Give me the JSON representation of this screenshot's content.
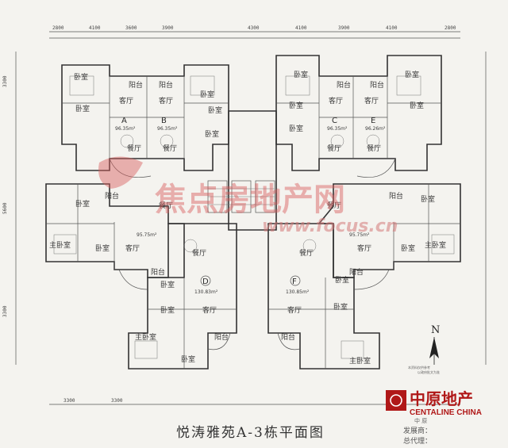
{
  "title": "悦涛雅苑A-3栋平面图",
  "north_label": "N",
  "dimensions": {
    "top": [
      "2800",
      "4100",
      "3600",
      "3900",
      "4300",
      "4100",
      "3900",
      "4100",
      "2800"
    ],
    "bottom": [
      "3300",
      "3300"
    ],
    "left": [
      "3300",
      "5600",
      "3300"
    ]
  },
  "watermark": {
    "cn": "焦点房地产网",
    "url": "www.focus.cn"
  },
  "brand": {
    "cn": "中原地产",
    "en": "CENTALINE CHINA",
    "sub": "中 原",
    "notes": [
      "发展商：",
      "总代理："
    ]
  },
  "fine_print": [
    "本资料仅供参考",
    "以政府批文为准"
  ],
  "units": [
    {
      "id": "A",
      "area": "96.35m²"
    },
    {
      "id": "B",
      "area": "96.35m²"
    },
    {
      "id": "C",
      "area": "96.35m²"
    },
    {
      "id": "E",
      "area": "96.26m²"
    },
    {
      "id": "D",
      "area": "130.83m²"
    },
    {
      "id": "F",
      "area": "130.85m²"
    }
  ],
  "side_unit_areas": [
    "95.75m²",
    "95.75m²"
  ],
  "rooms": [
    "卧室",
    "阳台",
    "阳台",
    "卧室",
    "卧室",
    "客厅",
    "客厅",
    "卧室",
    "餐厅",
    "餐厅",
    "卧室",
    "卧室",
    "阳台",
    "阳台",
    "卧室",
    "卧室",
    "客厅",
    "客厅",
    "卧室",
    "卧室",
    "餐厅",
    "餐厅",
    "卧室",
    "阳台",
    "主卧室",
    "卧室",
    "客厅",
    "餐厅",
    "阳台",
    "卧室",
    "餐厅",
    "客厅",
    "卧室",
    "主卧室",
    "餐厅",
    "餐厅",
    "阳台",
    "卧室",
    "卧室",
    "客厅",
    "阳台",
    "主卧室",
    "卧室",
    "客厅",
    "卧室",
    "阳台",
    "卧室",
    "主卧室",
    "阳台"
  ]
}
